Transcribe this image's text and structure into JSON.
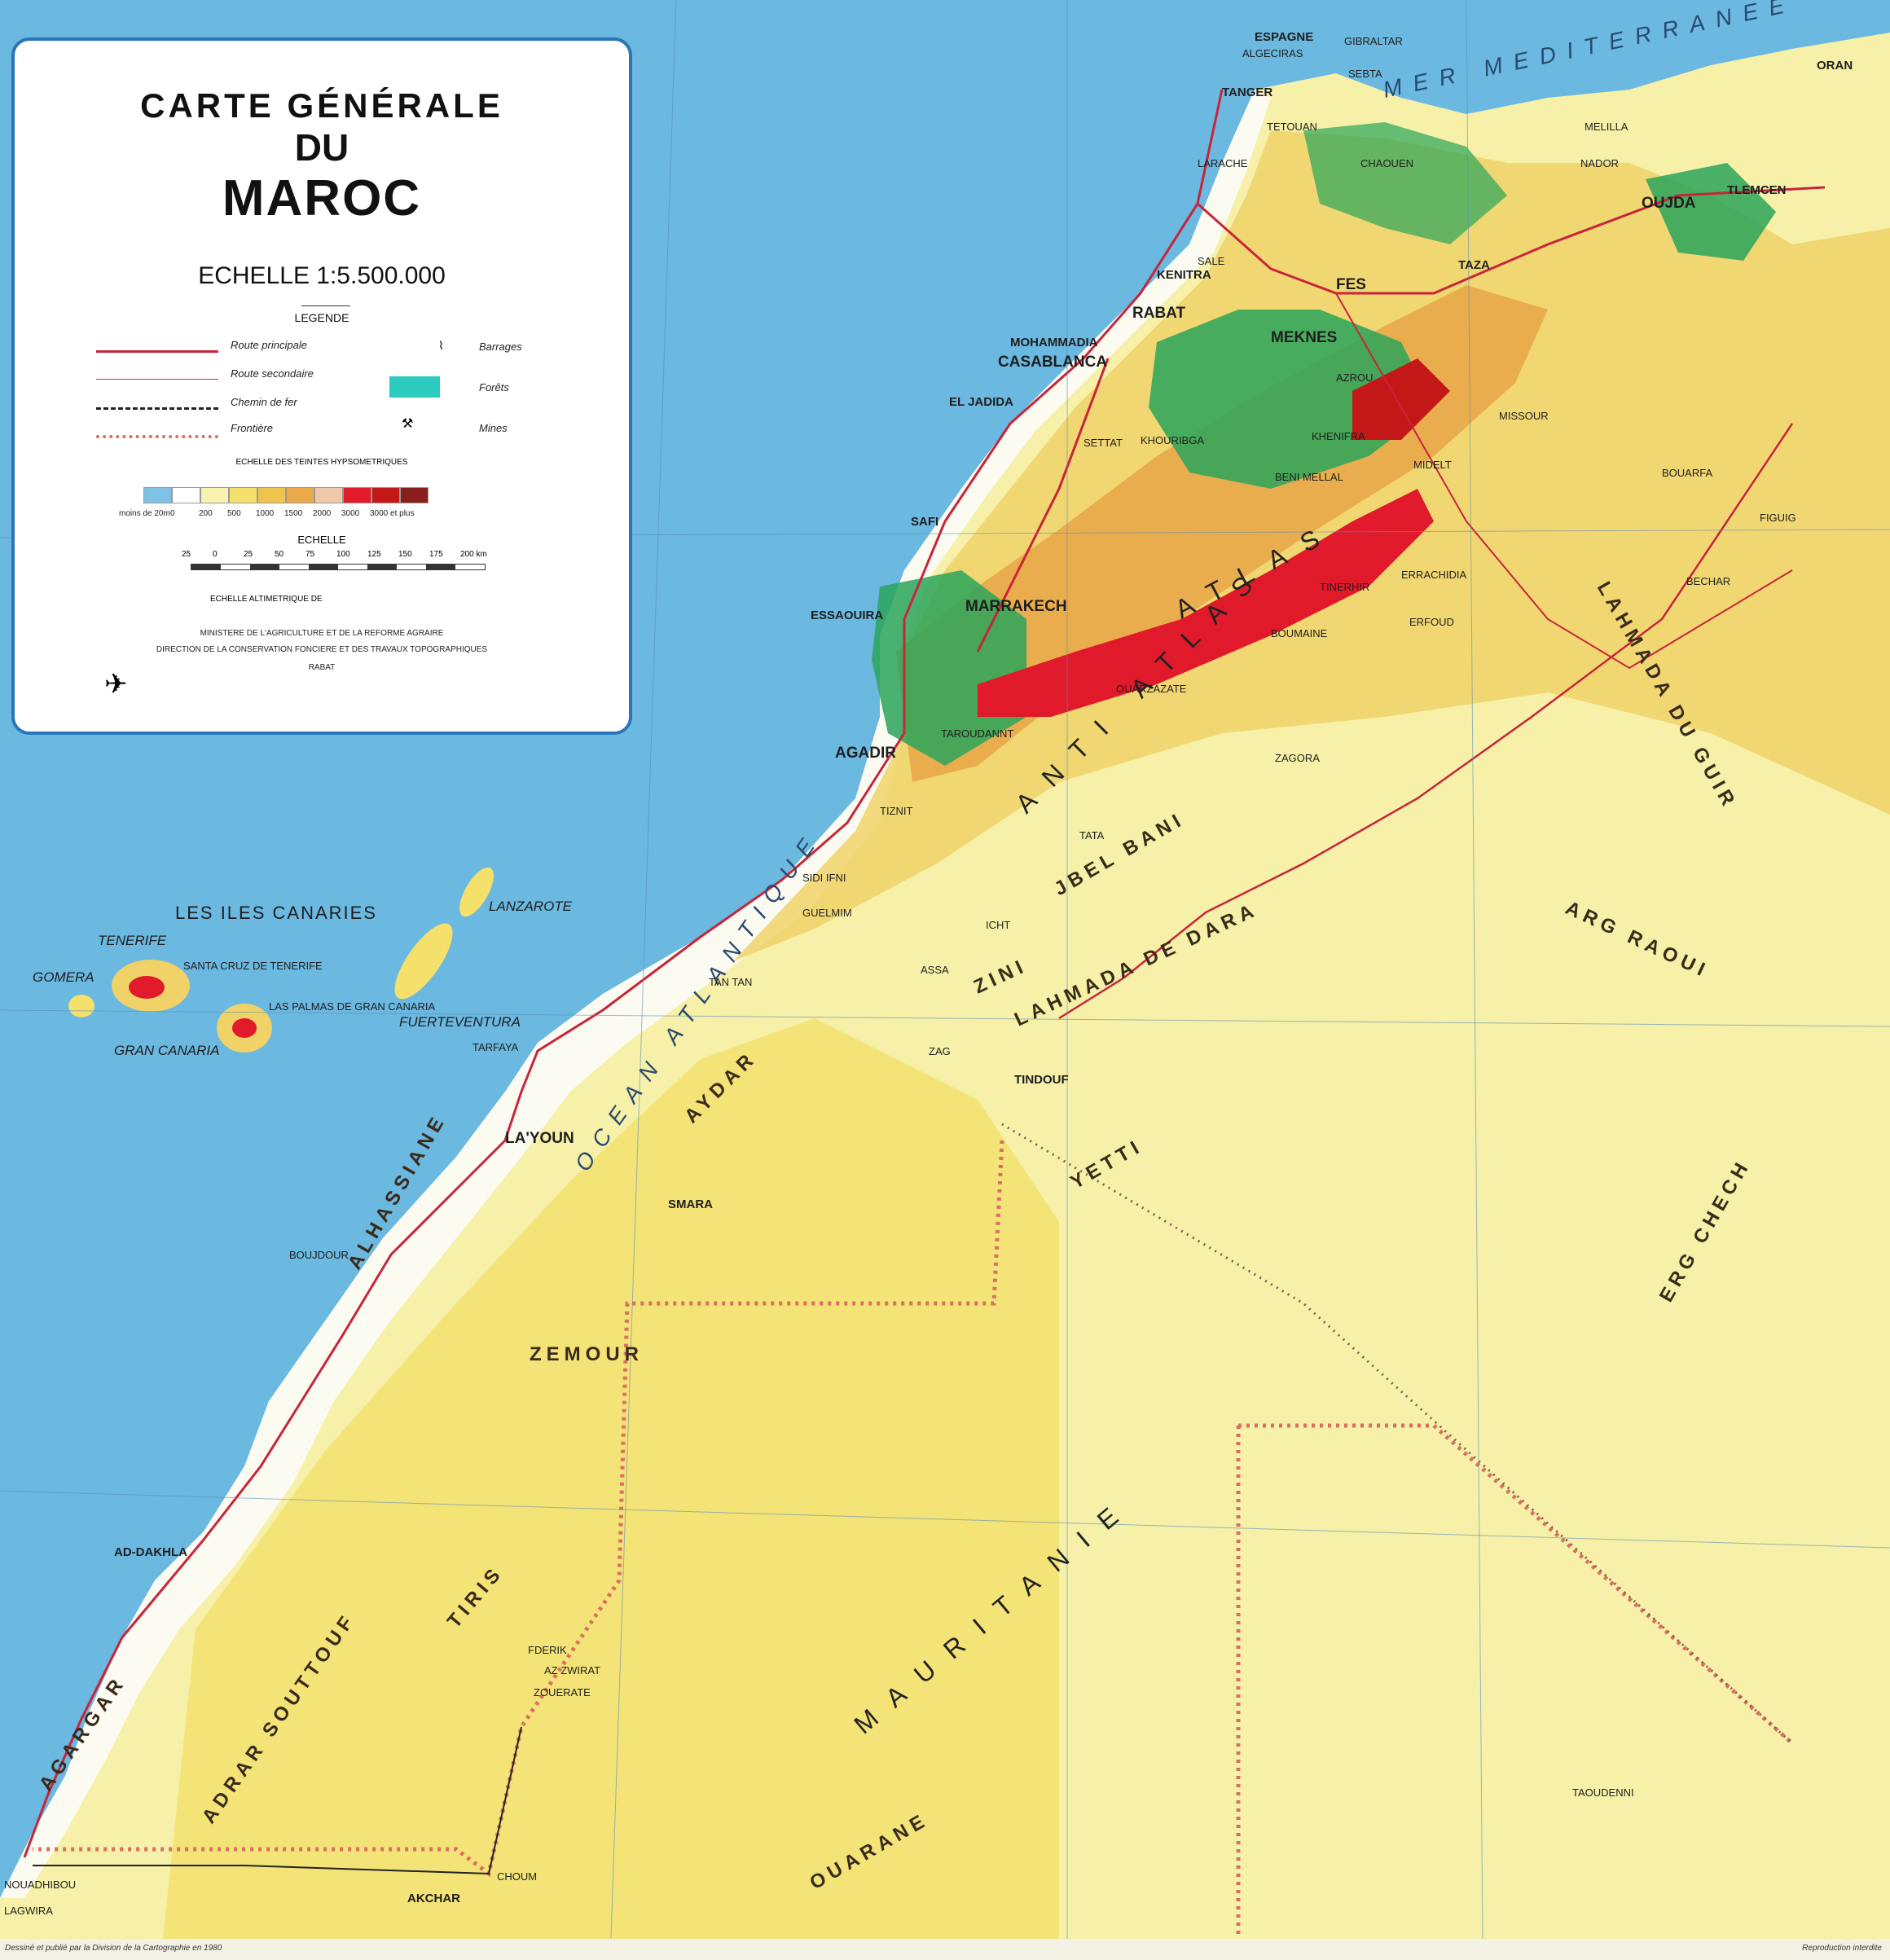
{
  "title": {
    "line1": "CARTE GÉNÉRALE",
    "line2": "DU",
    "line3": "MAROC"
  },
  "scale_text": "ECHELLE 1:5.500.000",
  "legend": {
    "heading": "LEGENDE",
    "items": {
      "road_main": "Route principale",
      "road_secondary": "Route secondaire",
      "railway": "Chemin de fer",
      "border": "Frontière",
      "dams": "Barrages",
      "forests": "Forêts",
      "mines": "Mines"
    },
    "hyp_title": "ECHELLE DES TEINTES HYPSOMETRIQUES",
    "hyp_colors": [
      "#7fc1e4",
      "#ffffff",
      "#f8f2b0",
      "#f4e06a",
      "#f0c44c",
      "#e9a84a",
      "#f2c9a8",
      "#e01a2a",
      "#c41818",
      "#8a1e1e"
    ],
    "hyp_labels": [
      "moins de 20m",
      "0",
      "200",
      "500",
      "1000",
      "1500",
      "2000",
      "3000",
      "3000 et plus"
    ],
    "scale_title": "ECHELLE",
    "scale_ticks": [
      "25",
      "0",
      "25",
      "50",
      "75",
      "100",
      "125",
      "150",
      "175",
      "200 km"
    ],
    "alt_title": "ECHELLE ALTIMETRIQUE DE",
    "ministry": "MINISTERE DE L'AGRICULTURE ET DE LA REFORME AGRAIRE",
    "direction": "DIRECTION DE LA CONSERVATION FONCIERE ET DES TRAVAUX TOPOGRAPHIQUES",
    "city": "RABAT"
  },
  "colors": {
    "sea": "#6bb8e0",
    "sea_light": "#a8d8ef",
    "desert": "#f6f0a8",
    "plain": "#f0d268",
    "mountain": "#e9a84a",
    "forest": "#2aa55a",
    "peak": "#e01a2a",
    "road": "#c8243a",
    "border": "#d87060",
    "coast": "#ffffff"
  },
  "cities": [
    {
      "name": "TANGER"
    },
    {
      "name": "TETOUAN"
    },
    {
      "name": "RABAT"
    },
    {
      "name": "CASABLANCA"
    },
    {
      "name": "FES"
    },
    {
      "name": "MEKNES"
    },
    {
      "name": "OUJDA"
    },
    {
      "name": "MARRAKECH"
    },
    {
      "name": "AGADIR"
    },
    {
      "name": "ESSAOUIRA"
    },
    {
      "name": "SAFI"
    },
    {
      "name": "EL JADIDA"
    },
    {
      "name": "KENITRA"
    },
    {
      "name": "MOHAMMADIA"
    },
    {
      "name": "TAZA"
    },
    {
      "name": "LARACHE"
    },
    {
      "name": "CHAOUEN"
    },
    {
      "name": "NADOR"
    },
    {
      "name": "MELILLA"
    },
    {
      "name": "SEBTA"
    },
    {
      "name": "ORAN"
    },
    {
      "name": "TLEMCEN"
    },
    {
      "name": "GIBRALTAR"
    },
    {
      "name": "ALGECIRAS"
    },
    {
      "name": "ESPAGNE"
    },
    {
      "name": "ERRACHIDIA"
    },
    {
      "name": "OUARZAZATE"
    },
    {
      "name": "TAROUDANNT"
    },
    {
      "name": "TIZNIT"
    },
    {
      "name": "GUELMIM"
    },
    {
      "name": "TAN TAN"
    },
    {
      "name": "TARFAYA"
    },
    {
      "name": "LA'YOUN"
    },
    {
      "name": "SMARA"
    },
    {
      "name": "BOUJDOUR"
    },
    {
      "name": "AD-DAKHLA"
    },
    {
      "name": "TINDOUF"
    },
    {
      "name": "BECHAR"
    },
    {
      "name": "ZAGORA"
    },
    {
      "name": "FIGUIG"
    },
    {
      "name": "TATA"
    },
    {
      "name": "NOUADHIBOU"
    },
    {
      "name": "LAGWIRA"
    },
    {
      "name": "ZOUERATE"
    },
    {
      "name": "AZ ZWIRAT"
    },
    {
      "name": "FDERIK"
    },
    {
      "name": "CHOUM"
    },
    {
      "name": "AKCHAR"
    },
    {
      "name": "TAOUDENNI"
    },
    {
      "name": "SIDI IFNI"
    },
    {
      "name": "SALE"
    },
    {
      "name": "SETTAT"
    },
    {
      "name": "KHOURIBGA"
    },
    {
      "name": "BENI MELLAL"
    },
    {
      "name": "MIDELT"
    },
    {
      "name": "KHENIFRA"
    },
    {
      "name": "AZROU"
    },
    {
      "name": "MISSOUR"
    },
    {
      "name": "BOUARFA"
    },
    {
      "name": "ERFOUD"
    },
    {
      "name": "BOUMAINE"
    },
    {
      "name": "TINERHIR"
    },
    {
      "name": "ICHT"
    },
    {
      "name": "ASSA"
    },
    {
      "name": "ZAG"
    }
  ],
  "islands": {
    "group": "LES ILES CANARIES",
    "tenerife": "TENERIFE",
    "gomera": "GOMERA",
    "gran_canaria": "GRAN CANARIA",
    "lanzarote": "LANZAROTE",
    "fuerteventura": "FUERTEVENTURA",
    "santa_cruz": "SANTA CRUZ DE TENERIFE",
    "las_palmas": "LAS PALMAS DE GRAN CANARIA"
  },
  "regions": {
    "atlas": "ATLAS",
    "anti_atlas": "ANTI ATLAS",
    "ocean": "OCEAN ATLANTIQUE",
    "med": "MER MEDITERRANEE",
    "mauritanie": "MAURITANIE",
    "zemour": "ZEMOUR",
    "lahmada_dara": "LAHMADA DE DARA",
    "lahmada_guir": "LAHMADA DU GUIR",
    "arg_raoui": "ARG RAOUI",
    "adrar_souttouf": "ADRAR SOUTTOUF",
    "aggargar": "AGARGAR",
    "elhassiane": "ALHASSIANE",
    "aydar": "AYDAR",
    "tiris": "TIRIS",
    "erg_chech": "ERG CHECH",
    "yetti": "YETTI",
    "ouarane": "OUARANE",
    "jbel_bani": "JBEL BANI",
    "zini": "ZINI"
  },
  "footer": {
    "left": "Dessiné et publié par la Division de la Cartographie en 1980",
    "right": "Reproduction interdite"
  }
}
